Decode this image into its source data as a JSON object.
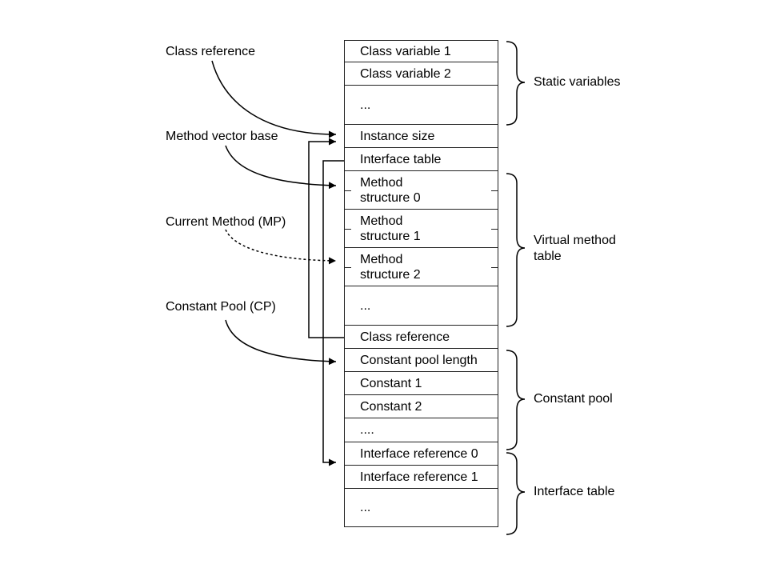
{
  "cells": [
    {
      "text": "Class variable 1"
    },
    {
      "text": "Class variable 2"
    },
    {
      "text": "..."
    },
    {
      "text": "Instance size"
    },
    {
      "text": "Interface table"
    },
    {
      "text": "Method\nstructure 0"
    },
    {
      "text": "Method\nstructure 1"
    },
    {
      "text": "Method\nstructure 2"
    },
    {
      "text": "..."
    },
    {
      "text": "Class reference"
    },
    {
      "text": "Constant pool length"
    },
    {
      "text": "Constant 1"
    },
    {
      "text": "Constant 2"
    },
    {
      "text": "...."
    },
    {
      "text": "Interface reference 0"
    },
    {
      "text": "Interface reference 1"
    },
    {
      "text": "..."
    }
  ],
  "pointers": {
    "class_reference": "Class reference",
    "method_vector_base": "Method vector base",
    "current_method": "Current Method (MP)",
    "constant_pool": "Constant Pool (CP)"
  },
  "groups": {
    "static_variables": "Static variables",
    "virtual_method_table": "Virtual method\ntable",
    "constant_pool": "Constant pool",
    "interface_table": "Interface table"
  }
}
